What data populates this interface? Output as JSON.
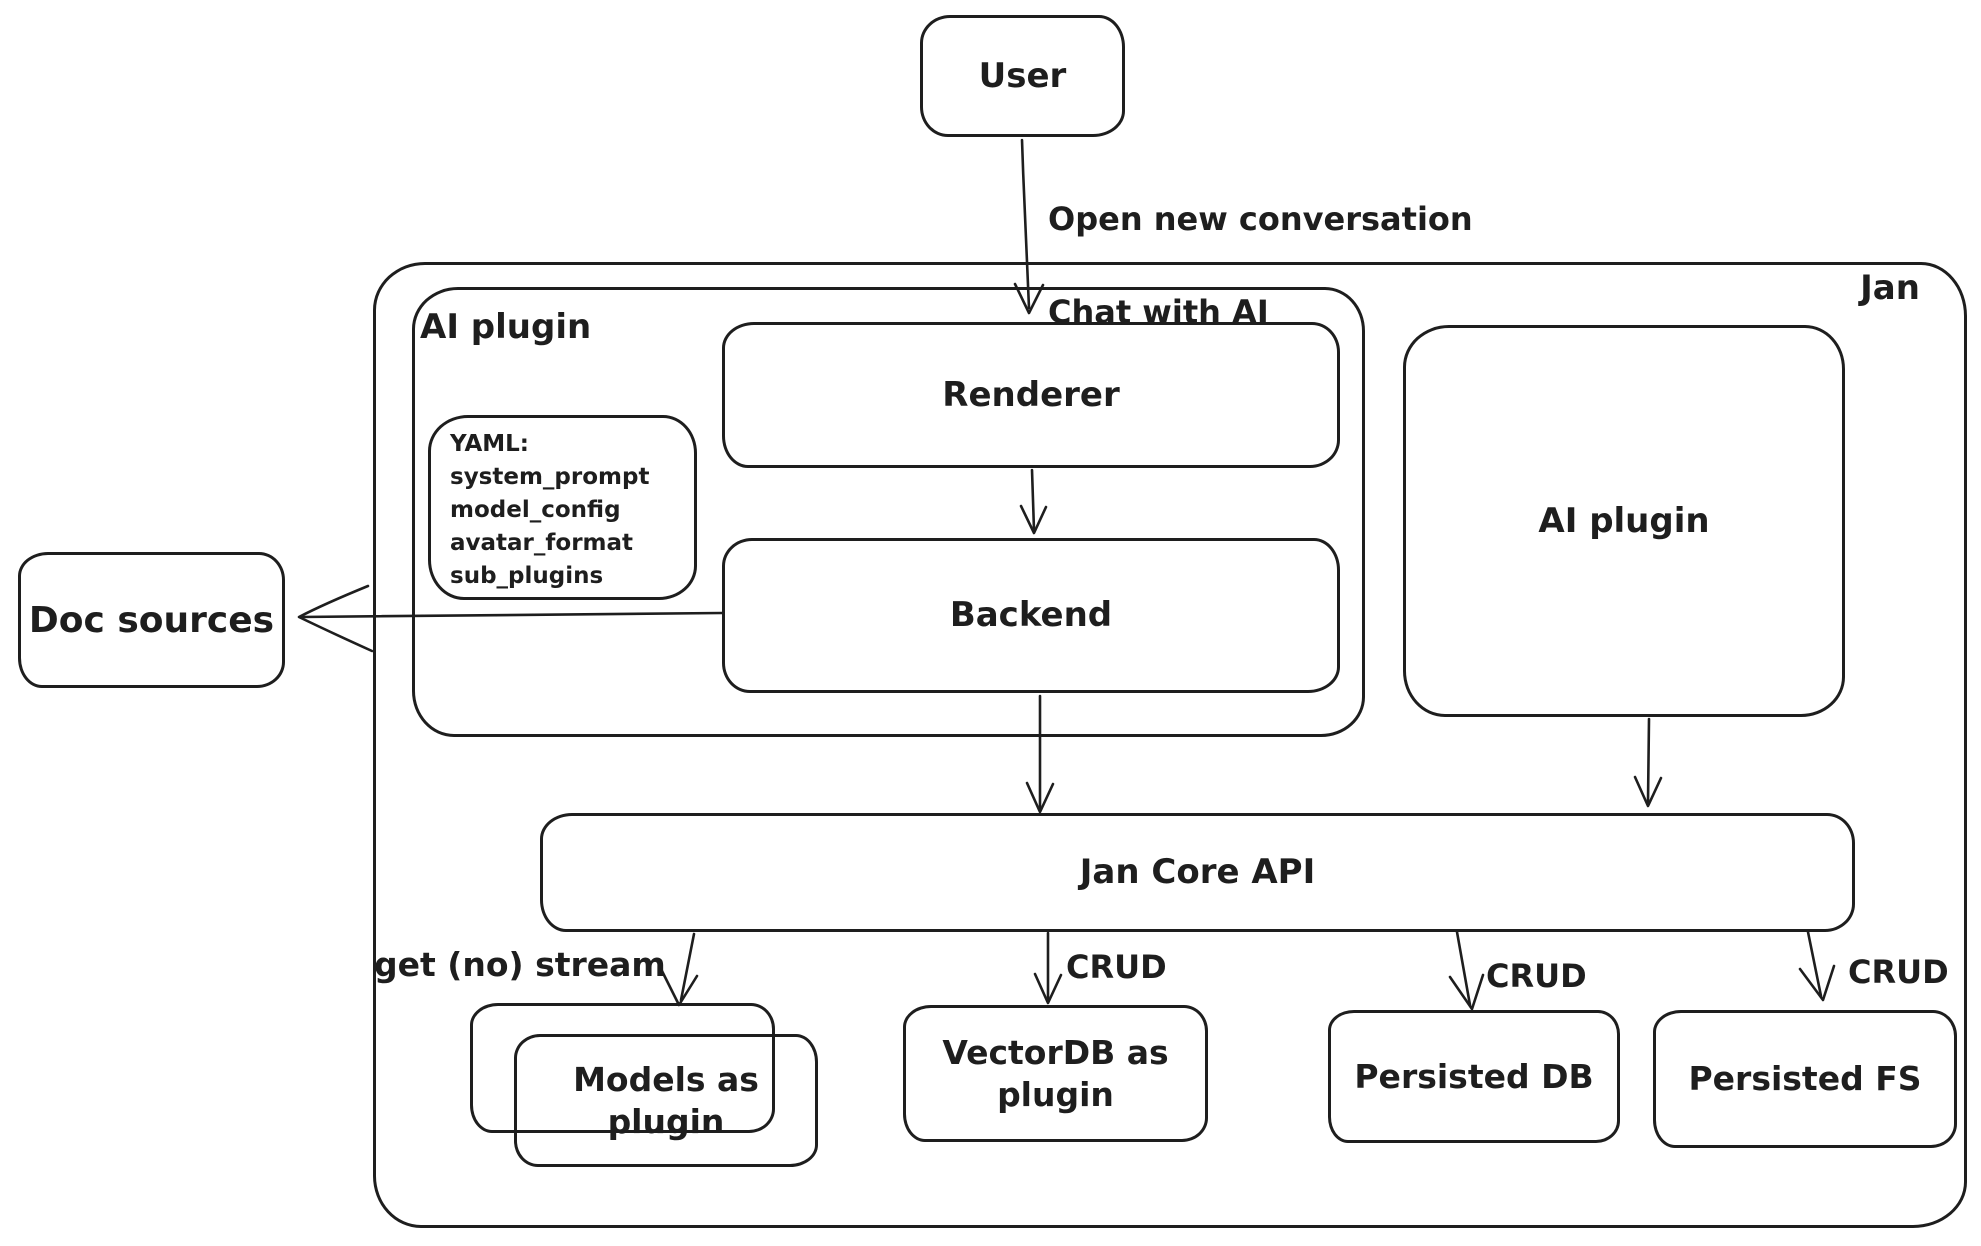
{
  "diagram": {
    "container_label": "Jan",
    "nodes": {
      "user": "User",
      "ai_plugin_group": "AI plugin",
      "renderer": "Renderer",
      "backend": "Backend",
      "ai_plugin_right": "AI plugin",
      "doc_sources": "Doc sources",
      "jan_core_api": "Jan Core API",
      "models_plugin": "Models as plugin",
      "vectordb_plugin": "VectorDB as plugin",
      "persisted_db": "Persisted DB",
      "persisted_fs": "Persisted FS"
    },
    "yaml_note": {
      "heading": "YAML:",
      "lines": [
        "system_prompt",
        "model_config",
        "avatar_format",
        "sub_plugins"
      ]
    },
    "edge_labels": {
      "user_to_renderer": [
        "Open new conversation",
        "Chat with AI"
      ],
      "api_to_models": "get (no) stream",
      "api_to_vectordb": "CRUD",
      "api_to_persisted_db": "CRUD",
      "api_to_persisted_fs": "CRUD"
    },
    "colors": {
      "stroke": "#1e1e1e",
      "background": "#ffffff"
    }
  }
}
